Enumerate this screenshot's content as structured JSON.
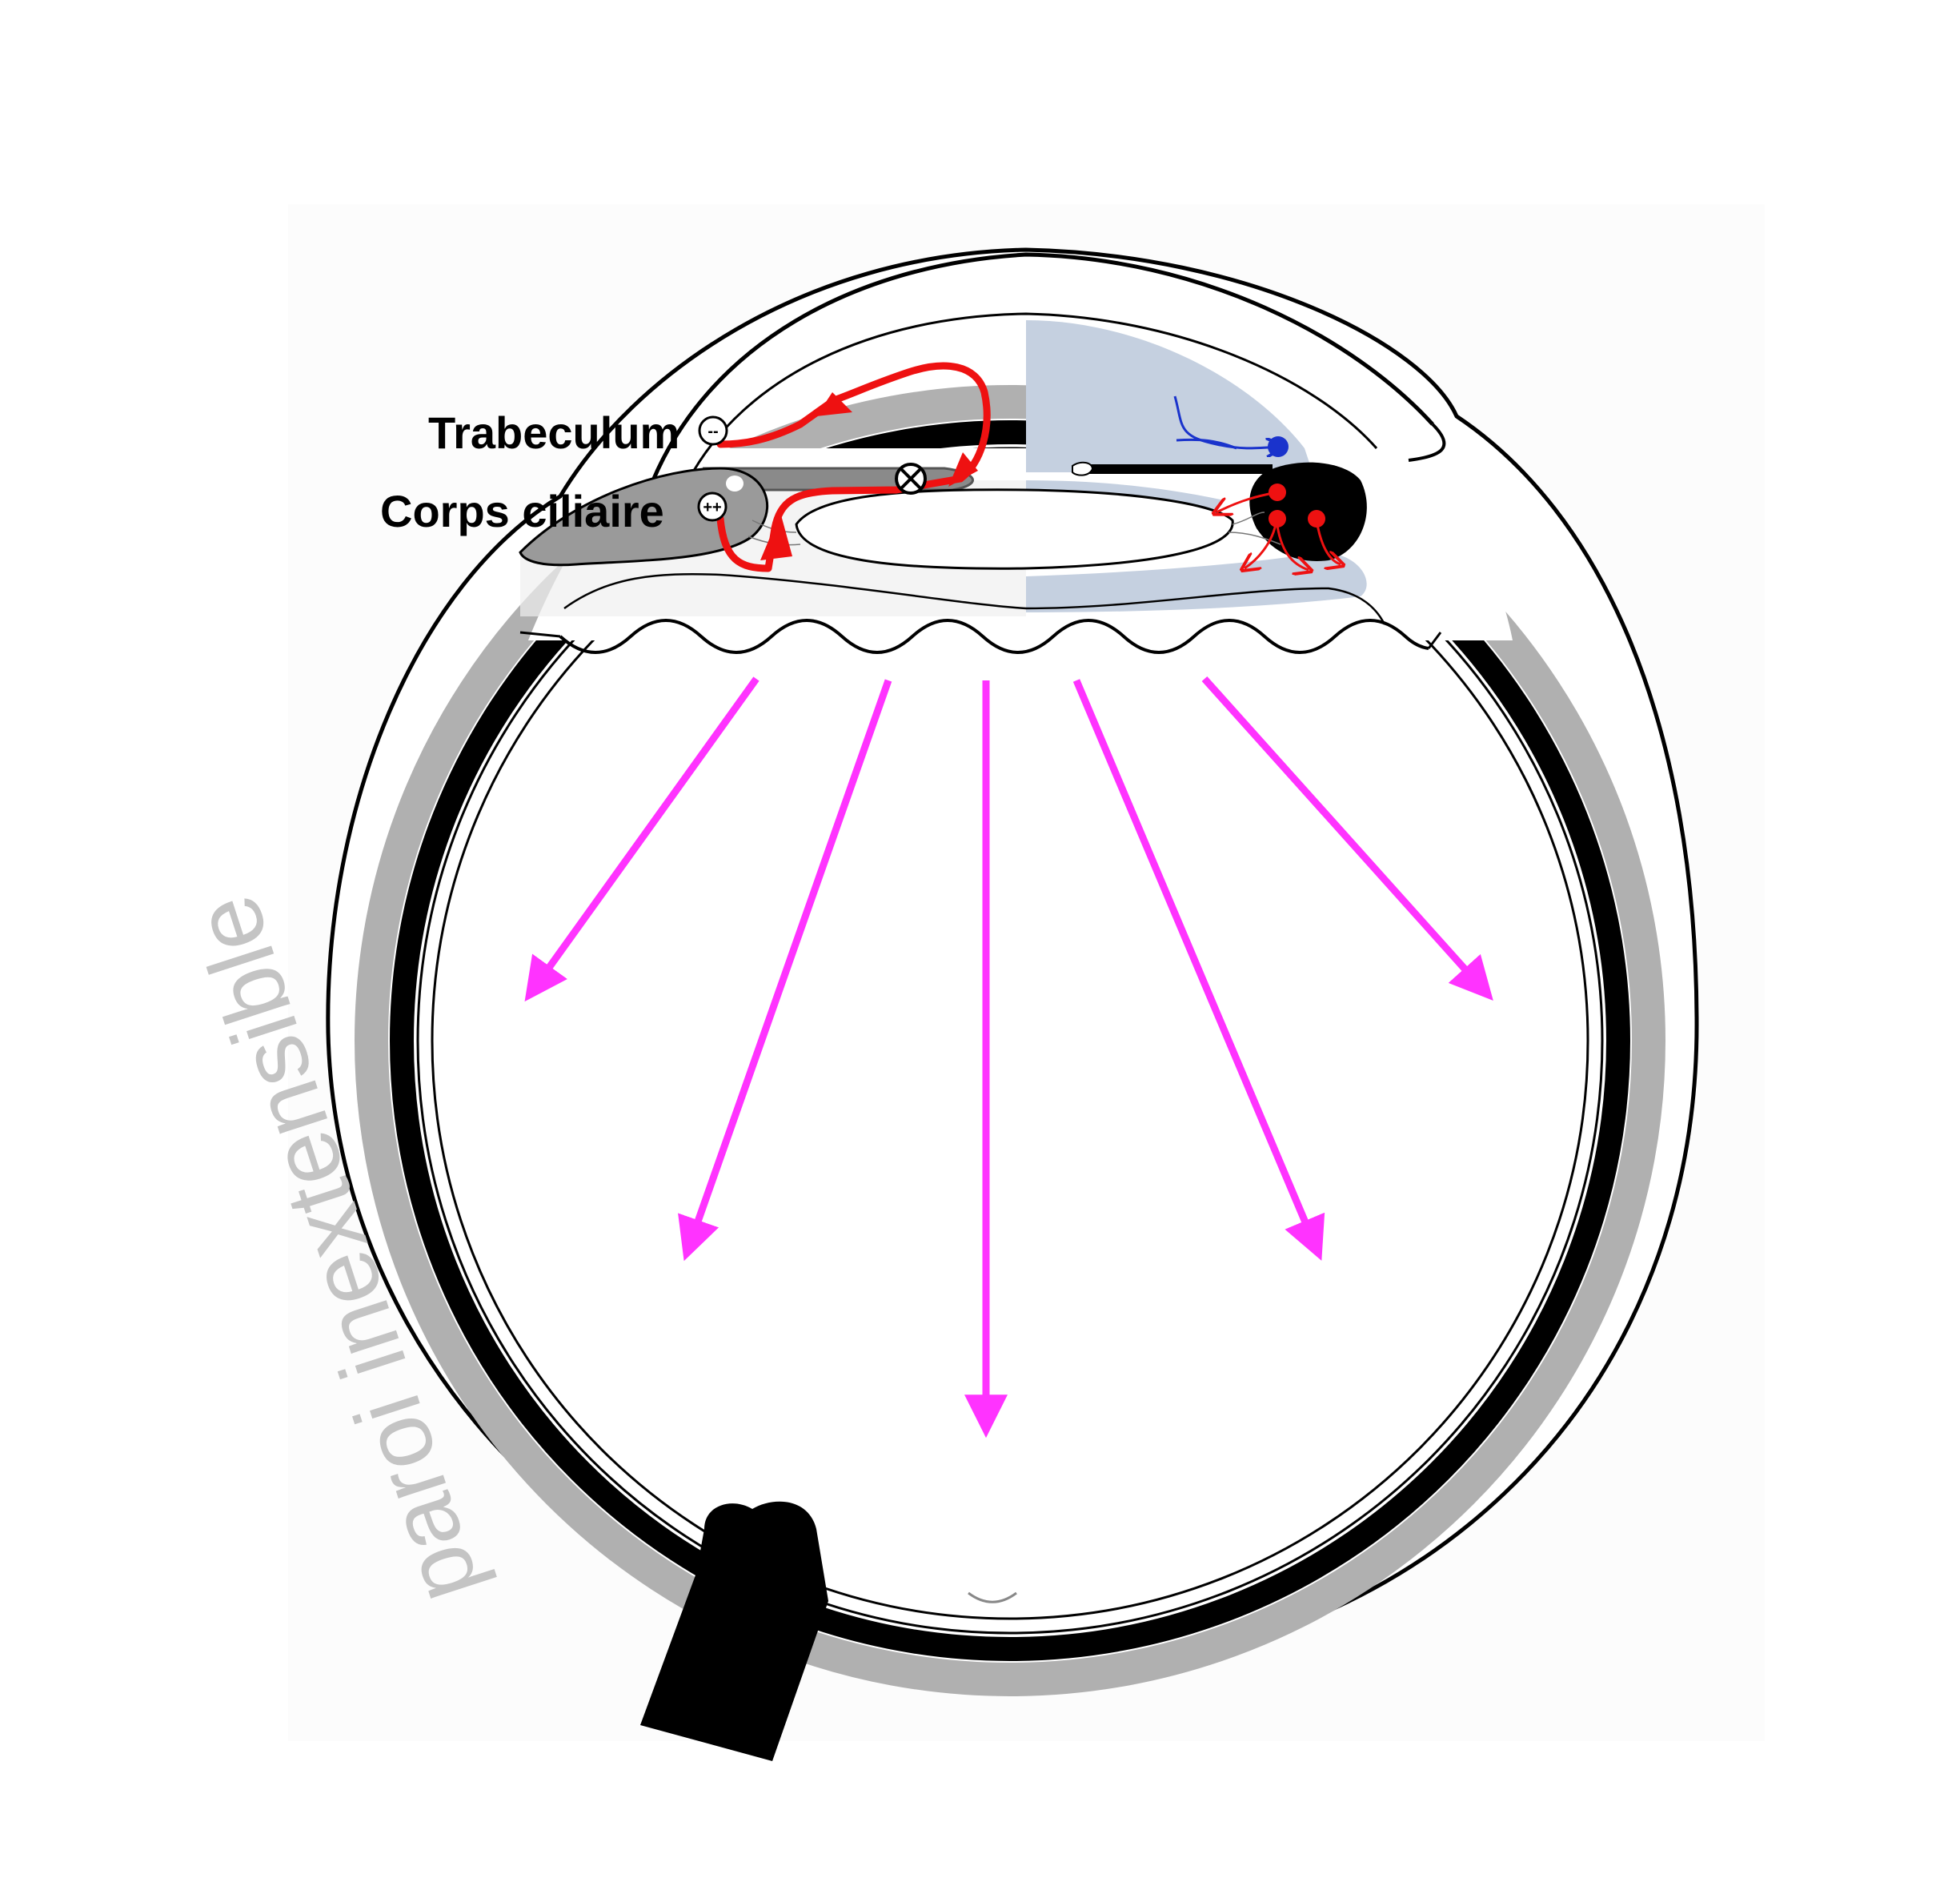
{
  "labels": {
    "trabeculum": "Trabeculum",
    "ciliary_body": "Corps ciliaire",
    "wall": "paroi inextensible"
  },
  "symbols": {
    "trabeculum_sign": "--",
    "ciliary_sign": "++"
  },
  "icons": {
    "blocked_flow": "circle-x-icon"
  },
  "colors": {
    "flow": "#ee1111",
    "pressure": "#ff33ff",
    "wall_label": "#c4c4c4",
    "aqueous": "#c5d0e0",
    "vessel": "#1a33cc"
  }
}
